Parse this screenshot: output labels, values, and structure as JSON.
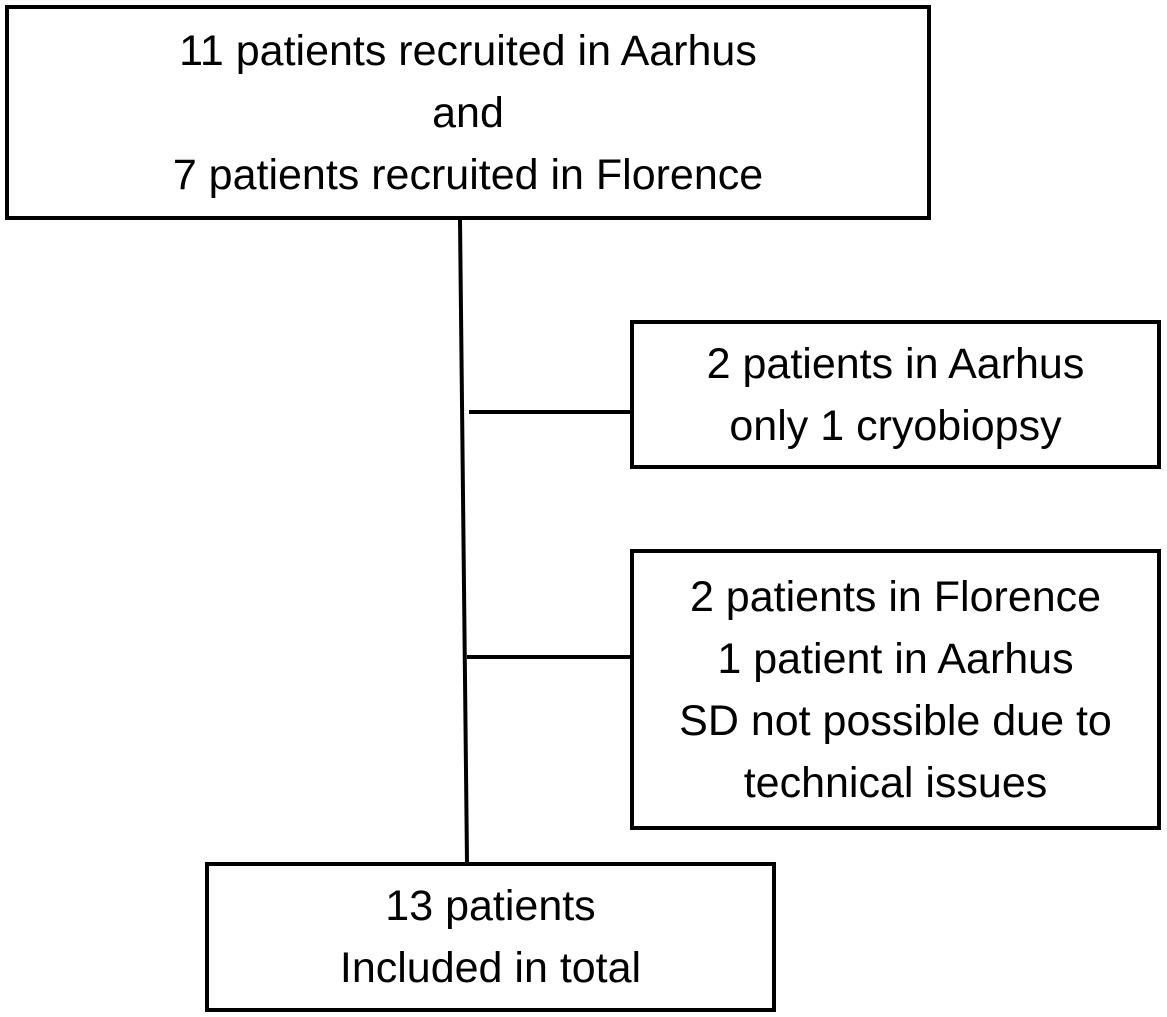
{
  "diagram": {
    "recruited_box": {
      "lines": [
        "11 patients recruited in Aarhus",
        "and",
        "7 patients recruited in Florence"
      ]
    },
    "exclusion_cryobiopsy_box": {
      "lines": [
        "2 patients in Aarhus",
        "only 1 cryobiopsy"
      ]
    },
    "exclusion_technical_box": {
      "lines": [
        "2 patients in Florence",
        "1 patient in Aarhus",
        "SD not possible due to",
        "technical issues"
      ]
    },
    "included_box": {
      "lines": [
        "13 patients",
        "Included in total"
      ]
    },
    "colors": {
      "stroke": "#000000",
      "background": "#ffffff"
    }
  }
}
